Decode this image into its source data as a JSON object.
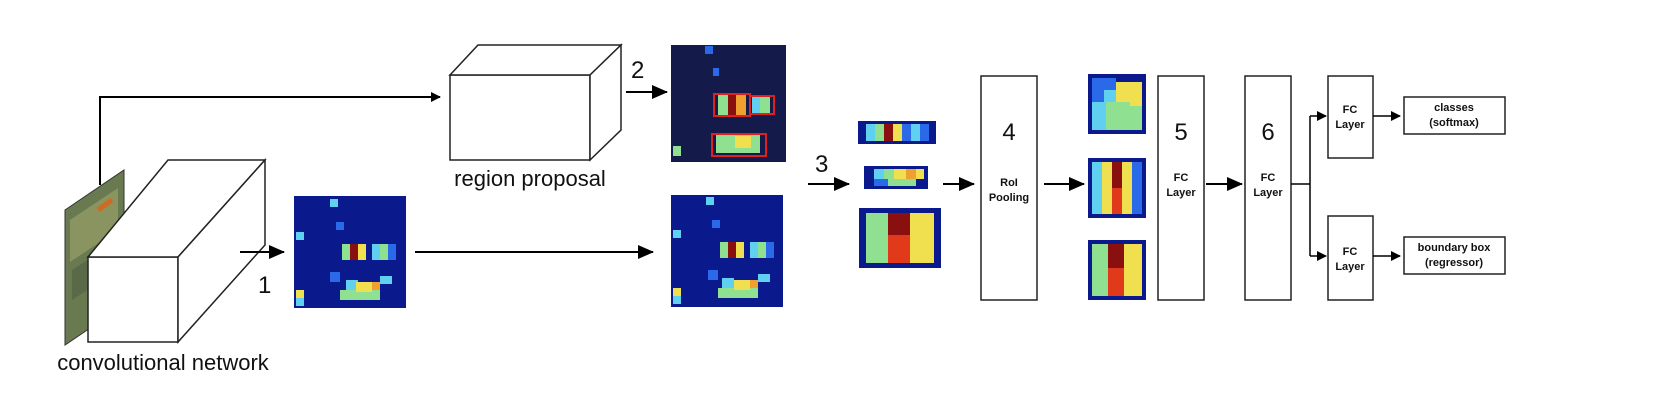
{
  "labels": {
    "conv_network": "convolutional network",
    "region_proposal": "region proposal",
    "step1": "1",
    "step2": "2",
    "step3": "3",
    "step4": "4",
    "step5": "5",
    "step6": "6",
    "roi_line1": "RoI",
    "roi_line2": "Pooling",
    "fc_line1": "FC",
    "fc_line2": "Layer",
    "classes_line1": "classes",
    "classes_line2": "(softmax)",
    "bbox_line1": "boundary box",
    "bbox_line2": "(regressor)"
  },
  "colors": {
    "map_bg": "#0a1a8c",
    "proposal_bg": "#141a4a",
    "box_highlight": "#e02020",
    "jet_cyan": "#5fd0f0",
    "jet_light": "#8fe090",
    "jet_yellow": "#f0e050",
    "jet_orange": "#f0a030",
    "jet_red": "#e03a1a",
    "jet_dark_red": "#8a1010",
    "jet_blue": "#2a6ae8"
  }
}
